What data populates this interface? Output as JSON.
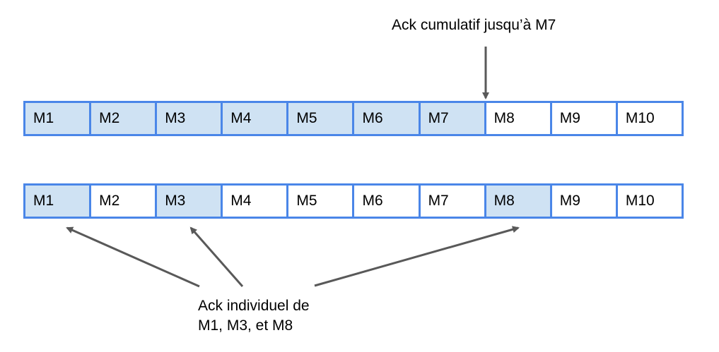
{
  "cumulative_ack": {
    "label": "Ack cumulatif jusqu’à M7"
  },
  "individual_ack": {
    "line1": "Ack individuel de",
    "line2": "M1, M3, et M8"
  },
  "top_row": {
    "cells": [
      {
        "label": "M1",
        "acked": true
      },
      {
        "label": "M2",
        "acked": true
      },
      {
        "label": "M3",
        "acked": true
      },
      {
        "label": "M4",
        "acked": true
      },
      {
        "label": "M5",
        "acked": true
      },
      {
        "label": "M6",
        "acked": true
      },
      {
        "label": "M7",
        "acked": true
      },
      {
        "label": "M8",
        "acked": false
      },
      {
        "label": "M9",
        "acked": false
      },
      {
        "label": "M10",
        "acked": false
      }
    ]
  },
  "bottom_row": {
    "cells": [
      {
        "label": "M1",
        "acked": true
      },
      {
        "label": "M2",
        "acked": false
      },
      {
        "label": "M3",
        "acked": true
      },
      {
        "label": "M4",
        "acked": false
      },
      {
        "label": "M5",
        "acked": false
      },
      {
        "label": "M6",
        "acked": false
      },
      {
        "label": "M7",
        "acked": false
      },
      {
        "label": "M8",
        "acked": true
      },
      {
        "label": "M9",
        "acked": false
      },
      {
        "label": "M10",
        "acked": false
      }
    ]
  },
  "colors": {
    "acked_fill": "#cfe2f3",
    "border": "#4a86e8",
    "arrow": "#595959"
  }
}
